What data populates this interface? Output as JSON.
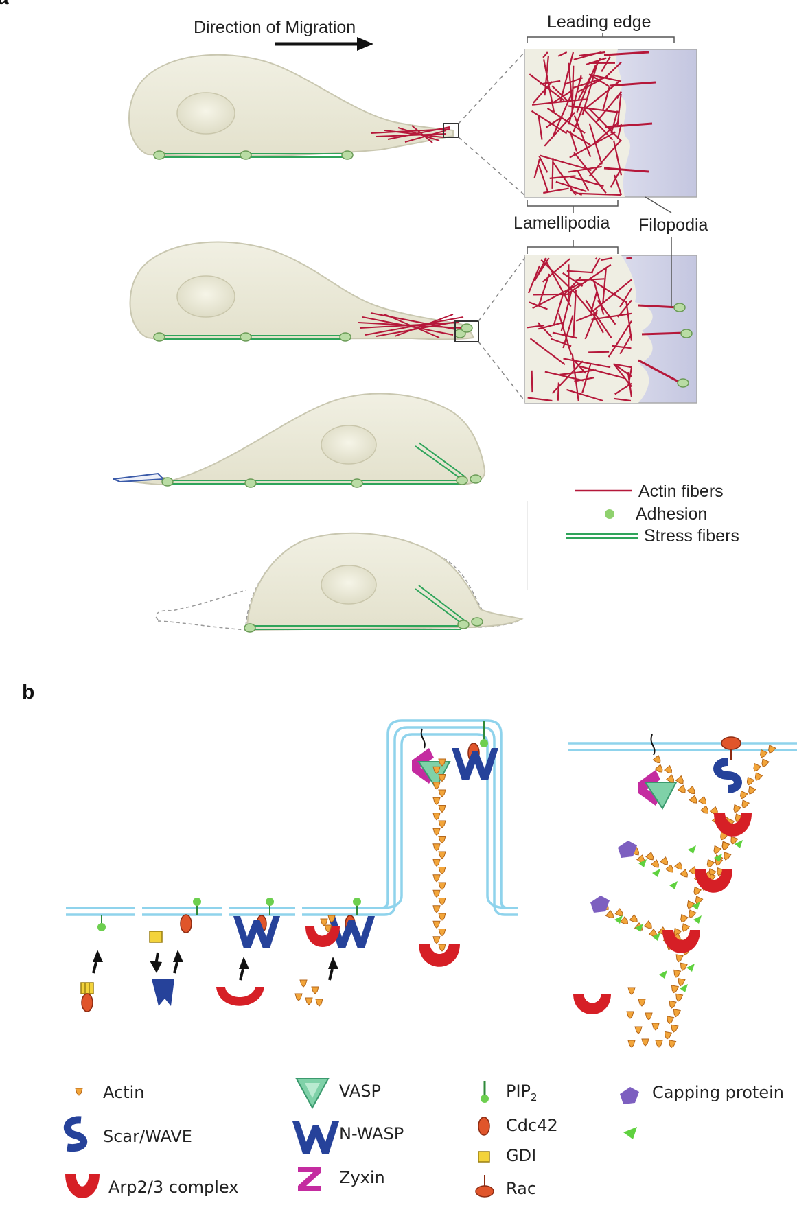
{
  "panel_a": {
    "label": "a",
    "direction_label": "Direction of Migration",
    "leading_edge": "Leading edge",
    "lamellipodia": "Lamellipodia",
    "filopodia": "Filopodia",
    "legend": {
      "actin_fibers": "Actin fibers",
      "adhesion": "Adhesion",
      "stress_fibers": "Stress fibers"
    }
  },
  "panel_b": {
    "label": "b",
    "legend": {
      "actin": "Actin",
      "scar_wave": "Scar/WAVE",
      "arp23": "Arp2/3 complex",
      "vasp": "VASP",
      "nwasp": "N-WASP",
      "zyxin": "Zyxin",
      "pip2": "PIP",
      "pip2_sub": "2",
      "cdc42": "Cdc42",
      "gdi": "GDI",
      "rac": "Rac",
      "capping": "Capping protein"
    }
  },
  "colors": {
    "cell_fill": "#ecebdc",
    "actin_red": "#b5183a",
    "adhesion_green": "#9ccc82",
    "stress_green": "#2fa45a",
    "membrane_blue": "#8fd3ec",
    "arp_red": "#d61f26",
    "wasp_blue": "#26429a",
    "vasp_green": "#7fd1a8",
    "zyxin_magenta": "#c42ca0",
    "actin_orange": "#f2a53a",
    "gdi_yellow": "#f3d33b",
    "capping_purple": "#7d5fc0",
    "branch_green": "#5fd13f"
  }
}
